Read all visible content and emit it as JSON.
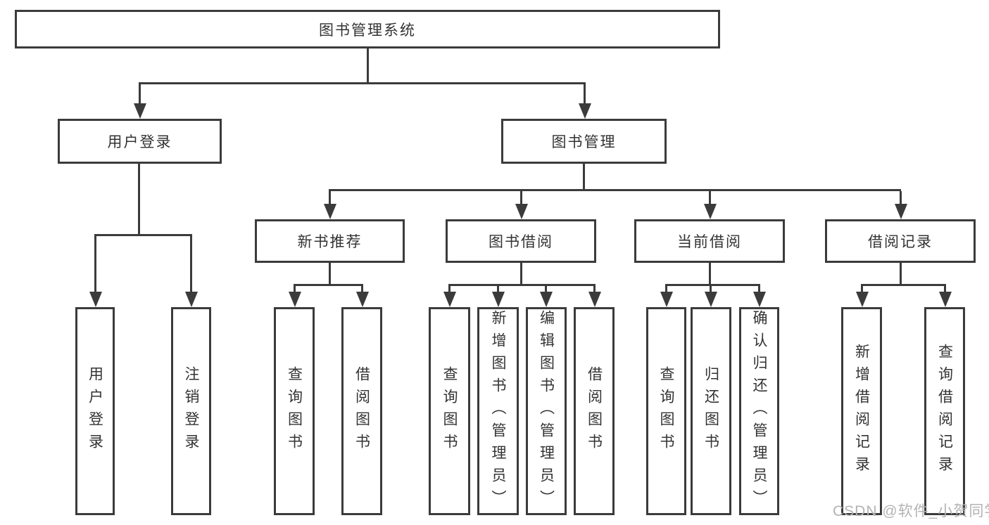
{
  "tree": {
    "label": "图书管理系统",
    "children": [
      {
        "label": "用户登录",
        "children": [
          {
            "label": "用户登录"
          },
          {
            "label": "注销登录"
          }
        ]
      },
      {
        "label": "图书管理",
        "children": [
          {
            "label": "新书推荐",
            "children": [
              {
                "label": "查询图书"
              },
              {
                "label": "借阅图书"
              }
            ]
          },
          {
            "label": "图书借阅",
            "children": [
              {
                "label": "查询图书"
              },
              {
                "label": "新增图书（管理员）"
              },
              {
                "label": "编辑图书（管理员）"
              },
              {
                "label": "借阅图书"
              }
            ]
          },
          {
            "label": "当前借阅",
            "children": [
              {
                "label": "查询图书"
              },
              {
                "label": "归还图书"
              },
              {
                "label": "确认归还（管理员）"
              }
            ]
          },
          {
            "label": "借阅记录",
            "children": [
              {
                "label": "新增借阅记录"
              },
              {
                "label": "查询借阅记录"
              }
            ]
          }
        ]
      }
    ]
  },
  "watermark": {
    "text": "CSDN @软件_小贺同学",
    "color": "#b3b3b3"
  },
  "colors": {
    "line": "#3b3b3b",
    "text": "#333333",
    "background": "#ffffff",
    "box_fill": "#ffffff"
  }
}
